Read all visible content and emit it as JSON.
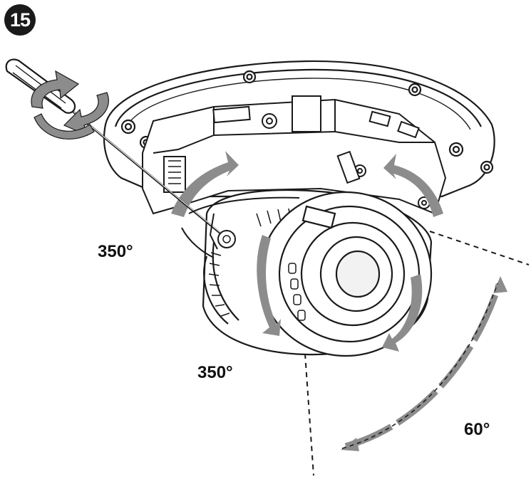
{
  "step": {
    "number": "15"
  },
  "labels": {
    "pan": "350°",
    "rotation": "350°",
    "tilt": "60°"
  },
  "colors": {
    "line": "#1a1a1a",
    "arrow": "#8c8c8c",
    "background": "#ffffff"
  },
  "icons": {
    "tool": "screwdriver-icon",
    "turn": "rotate-arrow-icon"
  }
}
